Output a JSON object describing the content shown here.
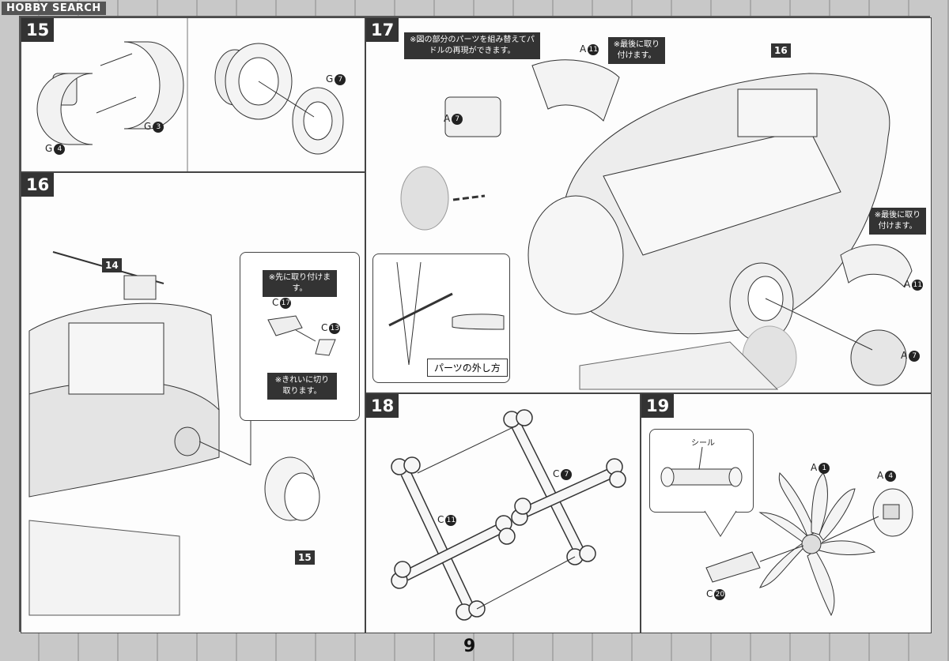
{
  "watermark": "HOBBY SEARCH",
  "page_number": "9",
  "steps": {
    "s15": {
      "num": "15",
      "labels": {
        "g4": "G",
        "g4n": "4",
        "g3": "G",
        "g3n": "3",
        "g7": "G",
        "g7n": "7"
      }
    },
    "s16": {
      "num": "16",
      "ref14": "14",
      "ref15": "15",
      "note_first": "※先に取り付けます。",
      "note_cut": "※きれいに切り取ります。",
      "c17": "C",
      "c17n": "17",
      "c13": "C",
      "c13n": "13"
    },
    "s17": {
      "num": "17",
      "note_swap": "※図の部分のパーツを組み替えてパドルの再現ができます。",
      "ref16": "16",
      "note_last1": "※最後に取り付けます。",
      "note_last2": "※最後に取り付けます。",
      "a11a": "A",
      "a11an": "11",
      "a11b": "A",
      "a11bn": "11",
      "a7a": "A",
      "a7an": "7",
      "a7b": "A",
      "a7bn": "7",
      "removal_caption": "パーツの外し方"
    },
    "s18": {
      "num": "18",
      "c7": "C",
      "c7n": "7",
      "c11": "C",
      "c11n": "11"
    },
    "s19": {
      "num": "19",
      "seal": "シール",
      "a1": "A",
      "a1n": "1",
      "a4": "A",
      "a4n": "4",
      "c20": "C",
      "c20n": "20"
    }
  }
}
